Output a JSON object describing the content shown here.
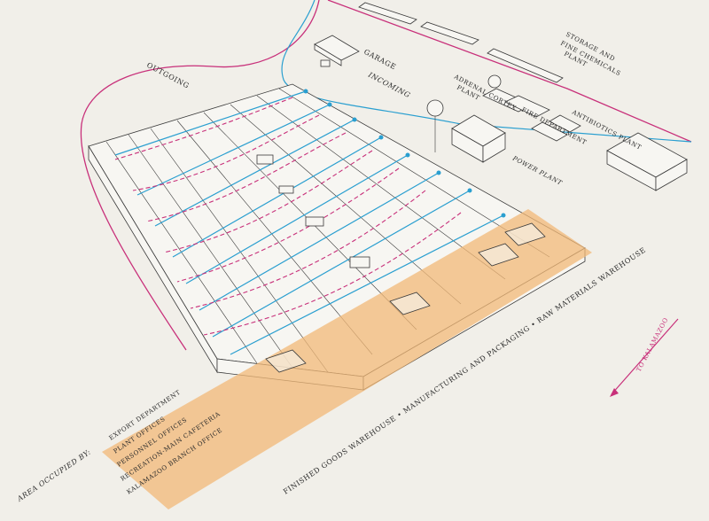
{
  "labels": {
    "outgoing": "OUTGOING",
    "incoming": "INCOMING",
    "garage": "GARAGE",
    "storage_line1": "STORAGE AND",
    "storage_line2": "FINE CHEMICALS",
    "storage_line3": "PLANT",
    "adrenal_line1": "ADRENAL CORTEX",
    "adrenal_line2": "PLANT",
    "fire_department": "FIRE DEPARTMENT",
    "antibiotics_plant": "ANTIBIOTICS PLANT",
    "power_plant": "POWER PLANT",
    "to_kalamazoo": "TO KALAMAZOO",
    "bottom_band": "FINISHED GOODS WAREHOUSE • MANUFACTURING AND PACKAGING • RAW MATERIALS WAREHOUSE",
    "area_title": "AREA OCCUPIED BY:",
    "area_items": [
      "EXPORT DEPARTMENT",
      "PLANT OFFICES",
      "PERSONNEL OFFICES",
      "RECREATION-MAIN CAFETERIA",
      "KALAMAZOO BRANCH OFFICE"
    ]
  },
  "colors": {
    "background": "#f1efe9",
    "office_band": "#f2b877",
    "outgoing_flow": "#c8307a",
    "incoming_flow": "#2a9fd0",
    "line_art": "#3a3a3a"
  }
}
